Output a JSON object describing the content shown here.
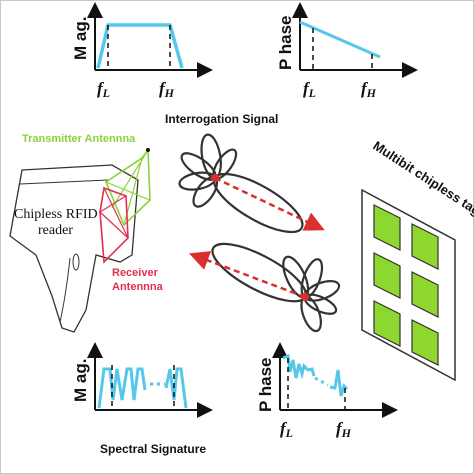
{
  "colors": {
    "signal": "#55c8ea",
    "transmitter": "#8bd23a",
    "receiver": "#e0304e",
    "patch": "#8ed630",
    "beam_arrow": "#d8302c"
  },
  "interrogation": {
    "caption": "Interrogation Signal",
    "magnitude_ylabel": "M ag.",
    "phase_ylabel": "P hase",
    "f_low": "f",
    "f_low_sub": "L",
    "f_high": "f",
    "f_high_sub": "H"
  },
  "antennas": {
    "transmitter_label": "Transmitter Antennna",
    "receiver_label_line1": "Receiver",
    "receiver_label_line2": "Antennna"
  },
  "reader": {
    "label_line1": "Chipless RFID",
    "label_line2": "reader"
  },
  "tag": {
    "title": "Multibit chipless tag",
    "patch_rows": 3,
    "patch_cols": 2
  },
  "spectral": {
    "caption": "Spectral Signature",
    "magnitude_ylabel": "M ag.",
    "phase_ylabel": "P hase",
    "f_low": "f",
    "f_low_sub": "L",
    "f_high": "f",
    "f_high_sub": "H"
  }
}
